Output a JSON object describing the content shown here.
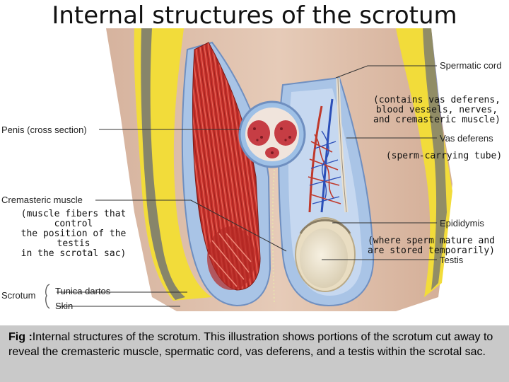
{
  "title": "Internal structures of the scrotum",
  "labels": {
    "spermatic_cord": "Spermatic cord",
    "penis": "Penis (cross section)",
    "vas_deferens": "Vas deferens",
    "cremasteric": "Cremasteric muscle",
    "epididymis": "Epididymis",
    "testis": "Testis",
    "scrotum": "Scrotum",
    "tunica_dartos": "Tunica dartos",
    "skin": "Skin"
  },
  "notes": {
    "spermatic_cord": [
      "(contains vas deferens,",
      "blood vessels, nerves,",
      "and cremasteric muscle)"
    ],
    "vas_deferens": [
      "(sperm-carrying tube)"
    ],
    "cremasteric": [
      "(muscle fibers that",
      "control",
      "the position of the testis",
      "in the scrotal sac)"
    ],
    "epididymis": [
      "(where sperm mature and",
      "are stored temporarily)"
    ]
  },
  "caption": {
    "prefix": "Fig :",
    "text": "Internal structures of the scrotum. This illustration shows portions of the scrotum cut away to reveal the cremasteric muscle, spermatic cord, vas deferens, and a testis within the scrotal sac."
  },
  "colors": {
    "skin": "#d9b9a3",
    "fat": "#f2dc3a",
    "muscle": "#c7302b",
    "membrane": "#a9c4e6",
    "vessels_red": "#c0392b",
    "vessels_blue": "#2c4fb8",
    "caption_bg": "#c9c9c9"
  }
}
